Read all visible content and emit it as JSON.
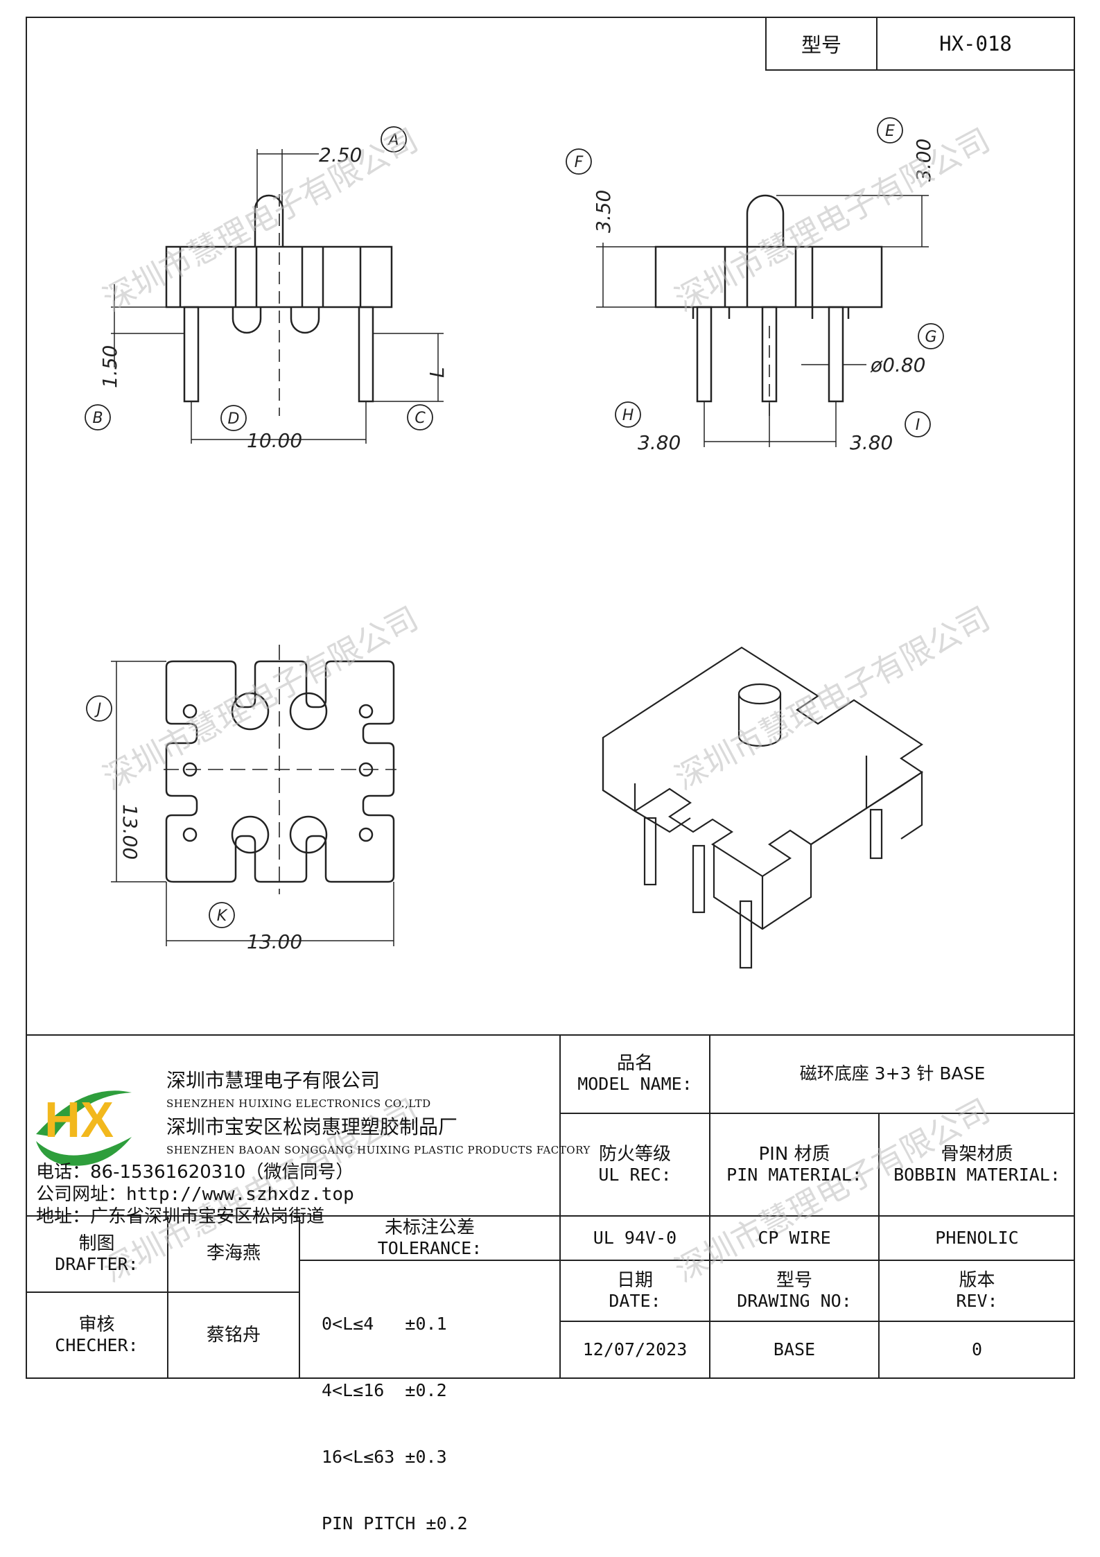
{
  "header": {
    "model_label": "型号",
    "model_value": "HX-018"
  },
  "dimensions": {
    "a": "2.50",
    "a_tag": "A",
    "b": "1.50",
    "b_tag": "B",
    "c": "L",
    "c_tag": "C",
    "d": "10.00",
    "d_tag": "D",
    "e": "3.00",
    "e_tag": "E",
    "f": "3.50",
    "f_tag": "F",
    "g": "ø0.80",
    "g_tag": "G",
    "h": "3.80",
    "h_tag": "H",
    "i": "3.80",
    "i_tag": "I",
    "j": "13.00",
    "j_tag": "J",
    "k": "13.00",
    "k_tag": "K"
  },
  "watermark": "深圳市慧理电子有限公司",
  "company": {
    "logo_letters": "HX",
    "name_cn": "深圳市慧理电子有限公司",
    "name_en": "SHENZHEN HUIXING ELECTRONICS CO.,LTD",
    "factory_cn": "深圳市宝安区松岗惠理塑胶制品厂",
    "factory_en": "SHENZHEN BAOAN SONGGANG HUIXING PLASTIC PRODUCTS FACTORY",
    "phone": "电话：86-15361620310（微信同号）",
    "website": "公司网址：http://www.szhxdz.top",
    "address": "地址：广东省深圳市宝安区松岗街道"
  },
  "titleblock": {
    "model_name_cn": "品名",
    "model_name_en": "MODEL NAME:",
    "model_name_value": "磁环底座 3+3 针 BASE",
    "ul_cn": "防火等级",
    "ul_en": "UL REC:",
    "pin_cn": "PIN 材质",
    "pin_en": "PIN MATERIAL:",
    "bobbin_cn": "骨架材质",
    "bobbin_en": "BOBBIN MATERIAL:",
    "ul_value": "UL 94V-0",
    "pin_value": "CP WIRE",
    "bobbin_value": "PHENOLIC",
    "drafter_cn": "制图",
    "drafter_en": "DRAFTER:",
    "drafter_value": "李海燕",
    "checker_cn": "审核",
    "checker_en": "CHECHER:",
    "checker_value": "蔡铭舟",
    "tol_cn": "未标注公差",
    "tol_en": "TOLERANCE:",
    "tol_lines": [
      "0<L≤4   ±0.1",
      "4<L≤16  ±0.2",
      "16<L≤63 ±0.3",
      "PIN PITCH ±0.2"
    ],
    "date_cn": "日期",
    "date_en": "DATE:",
    "date_value": "12/07/2023",
    "drawing_cn": "型号",
    "drawing_en": "DRAWING NO:",
    "drawing_value": "BASE",
    "rev_cn": "版本",
    "rev_en": "REV:",
    "rev_value": "0"
  },
  "colors": {
    "logo_green": "#2e9e3c",
    "logo_yellow": "#f2b81d",
    "line": "#222222"
  }
}
